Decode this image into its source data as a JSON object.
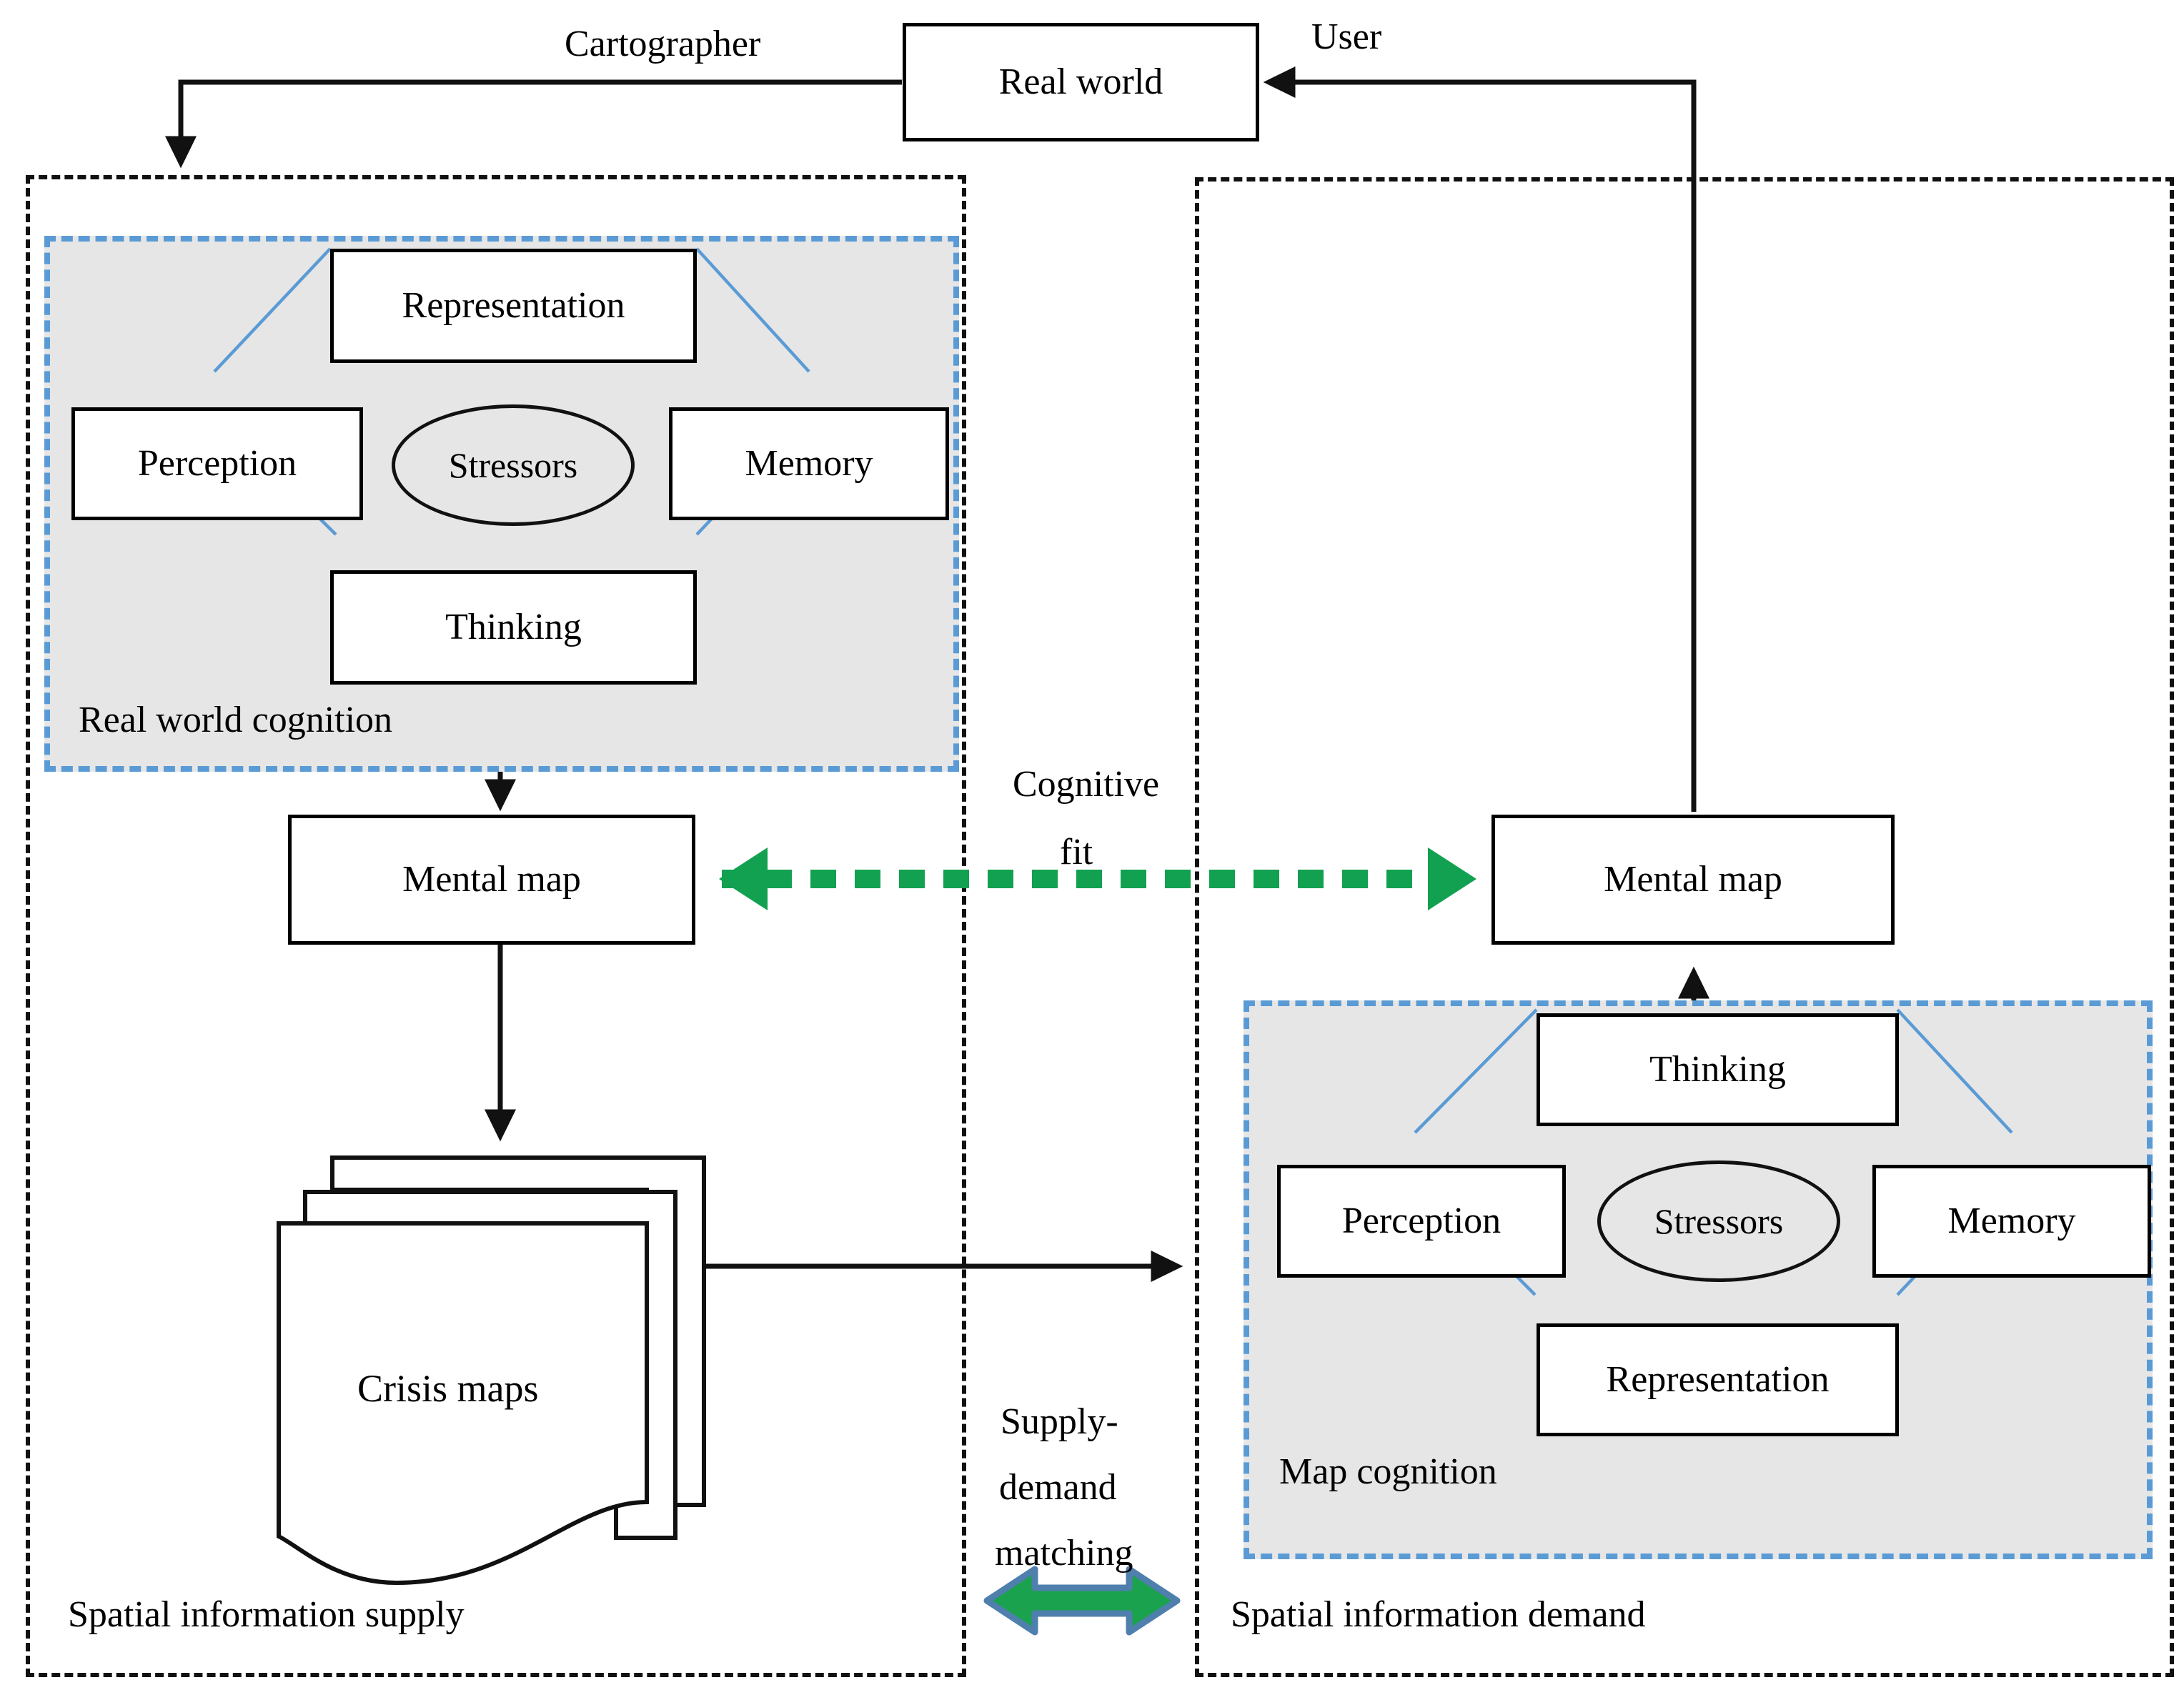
{
  "diagram": {
    "title_nodes": {
      "real_world": "Real world"
    },
    "edge_labels": {
      "cartographer": "Cartographer",
      "user": "User",
      "cognitive_fit_line1": "Cognitive",
      "cognitive_fit_line2": "fit",
      "supply_demand_line1": "Supply-",
      "supply_demand_line2": "demand",
      "supply_demand_line3": "matching"
    },
    "left_panel": {
      "label": "Spatial information supply",
      "cognition_group": {
        "label": "Real world cognition",
        "top": "Representation",
        "left": "Perception",
        "right": "Memory",
        "bottom": "Thinking",
        "center": "Stressors"
      },
      "mental_map": "Mental map",
      "crisis_maps": "Crisis maps"
    },
    "right_panel": {
      "label": "Spatial information demand",
      "mental_map": "Mental map",
      "cognition_group": {
        "label": "Map cognition",
        "top": "Thinking",
        "left": "Perception",
        "right": "Memory",
        "bottom": "Representation",
        "center": "Stressors"
      }
    },
    "colors": {
      "group_fill": "#e6e6e6",
      "group_border": "#5b9bd5",
      "panel_border": "#111111",
      "connector_blue": "#5b9bd5",
      "cognitive_fit_arrow": "#12a150",
      "supply_demand_fill": "#1ba24f",
      "supply_demand_outline": "#4f7fad",
      "node_border": "#000000",
      "background": "#ffffff"
    }
  }
}
